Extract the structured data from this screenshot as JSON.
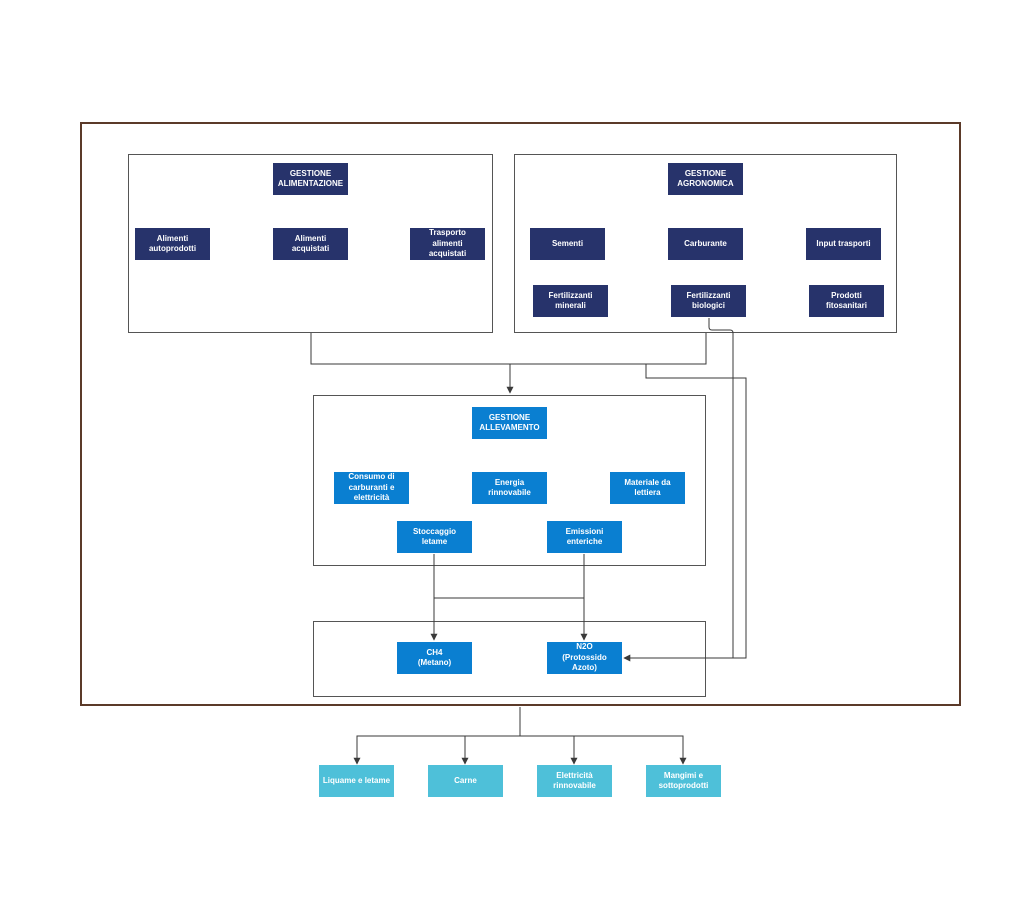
{
  "colors": {
    "frame_border": "#5b3a29",
    "panel_border": "#555555",
    "node_dark": "#27336b",
    "node_mid": "#0a7fd1",
    "node_light": "#4ec0d9",
    "connector": "#3a3a3a"
  },
  "alimentazione": {
    "title": "GESTIONE\nALIMENTAZIONE",
    "items": [
      "Alimenti\nautoprodotti",
      "Alimenti acquistati",
      "Trasporto alimenti\nacquistati"
    ]
  },
  "agronomica": {
    "title": "GESTIONE\nAGRONOMICA",
    "items": [
      "Sementi",
      "Carburante",
      "Input trasporti",
      "Fertilizzanti\nminerali",
      "Fertilizzanti\nbiologici",
      "Prodotti\nfitosanitari"
    ]
  },
  "allevamento": {
    "title": "GESTIONE\nALLEVAMENTO",
    "items": [
      "Consumo di\ncarburanti e\nelettricità",
      "Energia\nrinnovabile",
      "Materiale da\nlettiera",
      "Stoccaggio letame",
      "Emissioni\nenteriche"
    ]
  },
  "emissioni": {
    "items": [
      "CH4\n(Metano)",
      "N2O\n(Protossido Azoto)"
    ]
  },
  "outputs": {
    "items": [
      "Liquame e letame",
      "Carne",
      "Elettricità\nrinnovabile",
      "Mangimi e\nsottoprodotti"
    ]
  }
}
